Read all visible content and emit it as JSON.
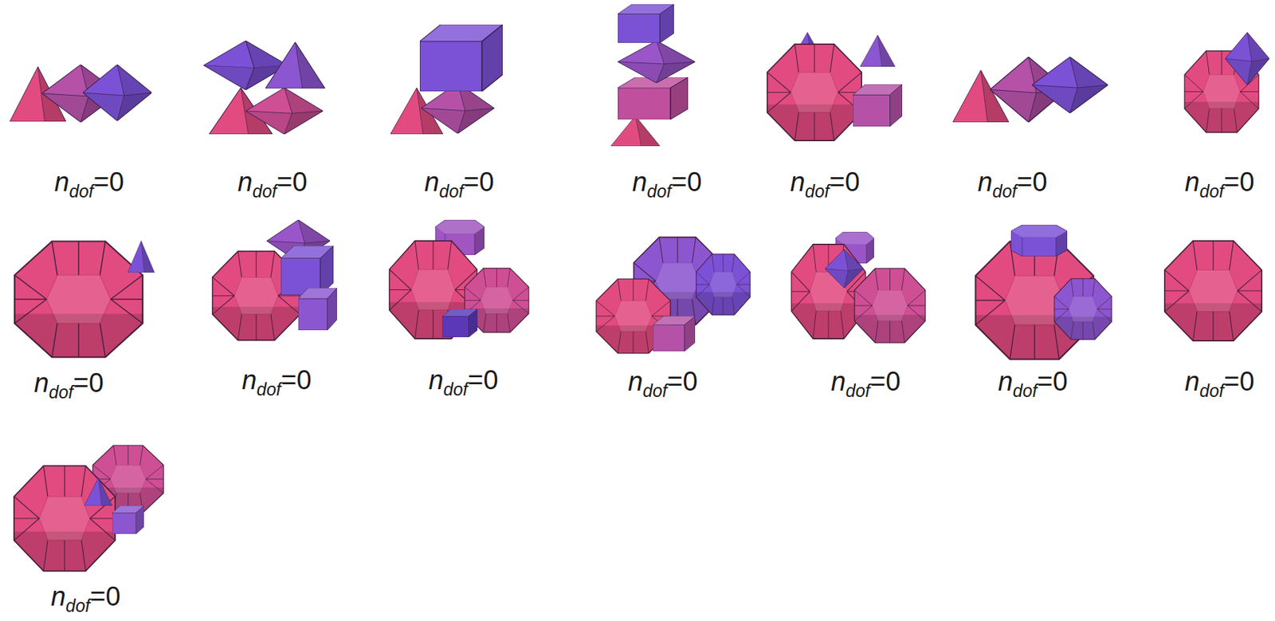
{
  "diagram": {
    "labels": [
      "n",
      "dof",
      "=0",
      "n",
      "dof",
      "=0",
      "n",
      "dof",
      "=0",
      "n",
      "dof",
      "=0",
      "n",
      "dof",
      "=0",
      "n",
      "dof",
      "=0",
      "n",
      "dof",
      "=0",
      "n",
      "dof",
      "=0",
      "n",
      "dof",
      "=0",
      "n",
      "dof",
      "=0",
      "n",
      "dof",
      "=0",
      "n",
      "dof",
      "=0",
      "n",
      "dof",
      "=0",
      "n",
      "dof",
      "=0",
      "n",
      "dof",
      "=0"
    ]
  }
}
